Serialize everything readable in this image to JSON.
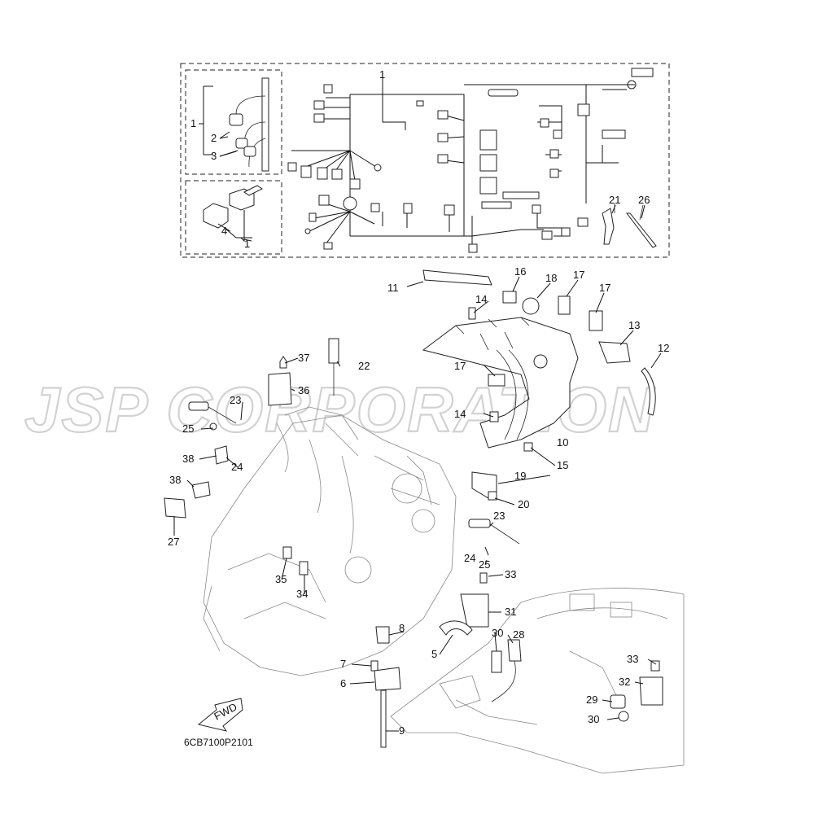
{
  "diagram": {
    "watermark": "JSP CORPORATION",
    "drawing_code": "6CB7100P2101",
    "fwd_label": "FWD",
    "callouts": {
      "c1a": "1",
      "c2": "2",
      "c3": "3",
      "c4": "4",
      "c1b": "1",
      "c1c": "1",
      "c21": "21",
      "c26": "26",
      "c11": "11",
      "c16": "16",
      "c18": "18",
      "c17a": "17",
      "c17b": "17",
      "c14a": "14",
      "c13": "13",
      "c12": "12",
      "c17c": "17",
      "c14b": "14",
      "c10": "10",
      "c15": "15",
      "c19": "19",
      "c20": "20",
      "c37": "37",
      "c22": "22",
      "c36": "36",
      "c23a": "23",
      "c25a": "25",
      "c24a": "24",
      "c38a": "38",
      "c38b": "38",
      "c27": "27",
      "c35": "35",
      "c34": "34",
      "c23b": "23",
      "c24b": "24",
      "c25b": "25",
      "c33a": "33",
      "c31": "31",
      "c8": "8",
      "c5": "5",
      "c30a": "30",
      "c28": "28",
      "c7": "7",
      "c6": "6",
      "c9": "9",
      "c33b": "33",
      "c32": "32",
      "c29": "29",
      "c30b": "30"
    }
  }
}
